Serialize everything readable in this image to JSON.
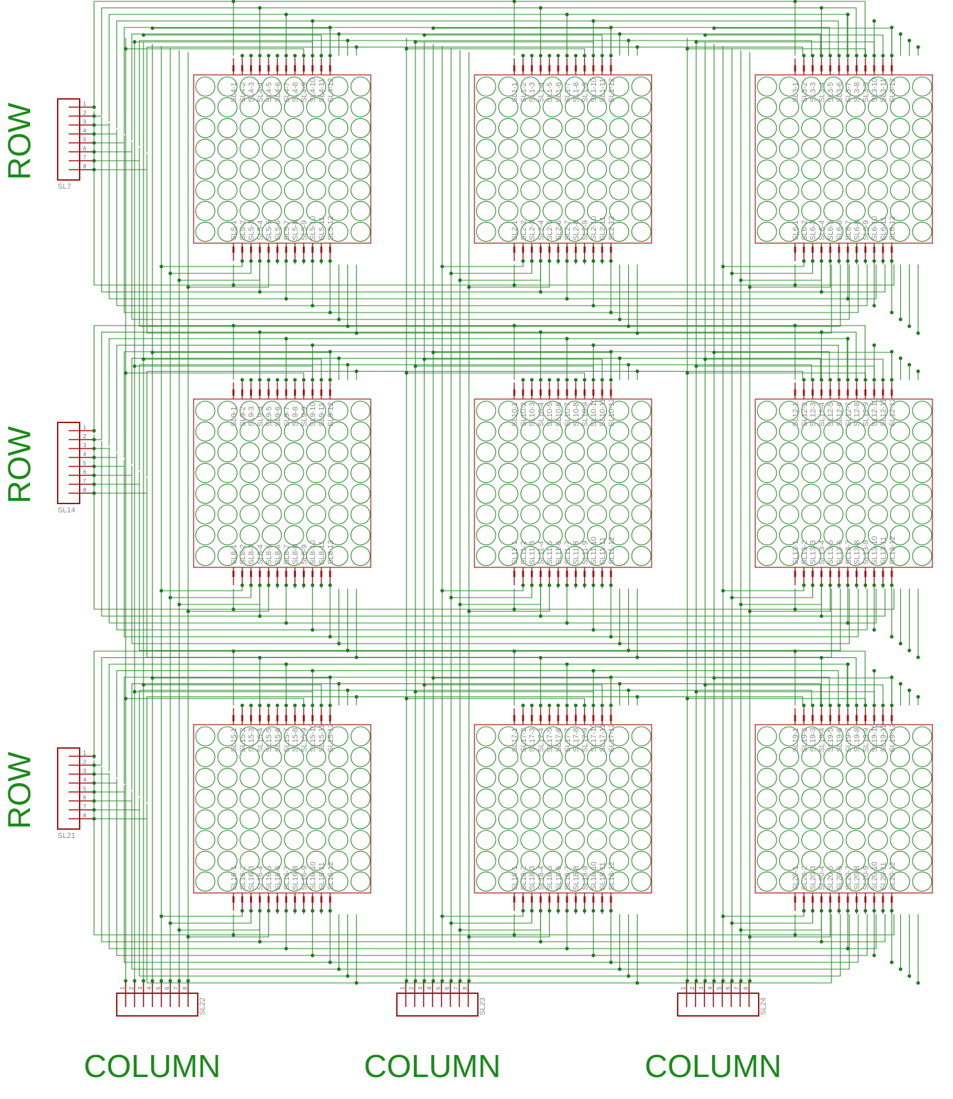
{
  "colors": {
    "wire": "#2e8b2e",
    "label": "#1a8a1a",
    "part": "#a01818",
    "junction": "#1e7a1e",
    "ref": "#8a8a8a"
  },
  "row_connectors": [
    {
      "ref": "SL7",
      "label": "ROW",
      "pins": [
        "1",
        "2",
        "3",
        "4",
        "5",
        "6",
        "7",
        "8"
      ]
    },
    {
      "ref": "SL14",
      "label": "ROW",
      "pins": [
        "1",
        "2",
        "3",
        "4",
        "5",
        "6",
        "7",
        "8"
      ]
    },
    {
      "ref": "SL21",
      "label": "ROW",
      "pins": [
        "1",
        "2",
        "3",
        "4",
        "5",
        "6",
        "7",
        "8"
      ]
    }
  ],
  "column_connectors": [
    {
      "ref": "SL22",
      "label": "COLUMN",
      "pins": [
        "1",
        "2",
        "3",
        "4",
        "5",
        "6",
        "7",
        "8"
      ]
    },
    {
      "ref": "SL23",
      "label": "COLUMN",
      "pins": [
        "1",
        "2",
        "3",
        "4",
        "5",
        "6",
        "7",
        "8"
      ]
    },
    {
      "ref": "SL24",
      "label": "COLUMN",
      "pins": [
        "1",
        "2",
        "3",
        "4",
        "5",
        "6",
        "7",
        "8"
      ]
    }
  ],
  "matrices": [
    {
      "top_ref": "SL4",
      "bottom_ref": "SL5"
    },
    {
      "top_ref": "SL1",
      "bottom_ref": "SL2"
    },
    {
      "top_ref": "SL3",
      "bottom_ref": "SL6"
    },
    {
      "top_ref": "SL9",
      "bottom_ref": "SL8"
    },
    {
      "top_ref": "SL10",
      "bottom_ref": "SL11"
    },
    {
      "top_ref": "SL12",
      "bottom_ref": "SL13"
    },
    {
      "top_ref": "SL15",
      "bottom_ref": "SL16"
    },
    {
      "top_ref": "SL17",
      "bottom_ref": "SL18"
    },
    {
      "top_ref": "SL19",
      "bottom_ref": "SL20"
    }
  ],
  "pin_suffixes": [
    "1",
    "2",
    "3",
    "4",
    "5",
    "6",
    "7",
    "8",
    "9",
    "10",
    "11",
    "12"
  ]
}
